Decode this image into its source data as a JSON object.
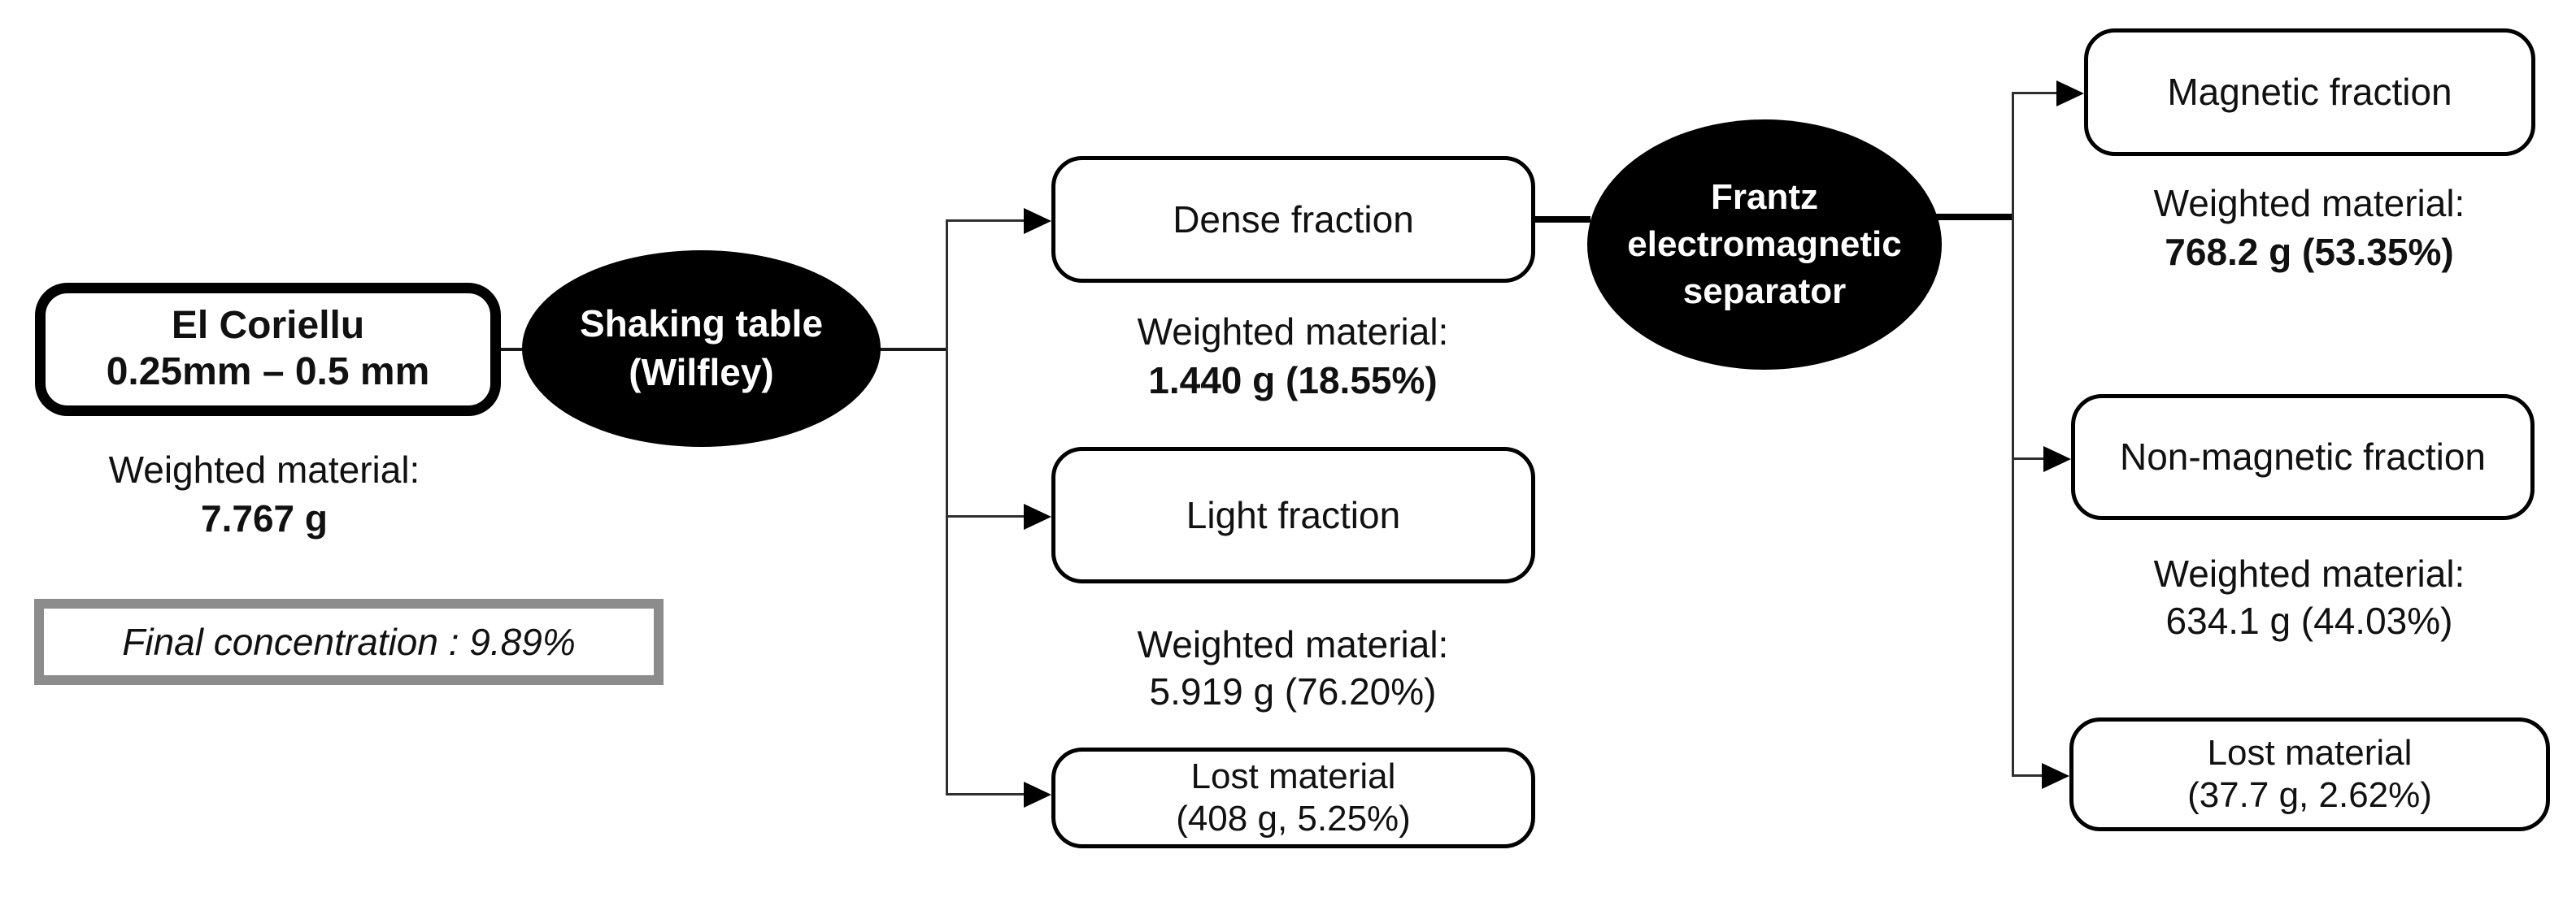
{
  "diagram": {
    "source_box": {
      "line1": "El Coriellu",
      "line2": "0.25mm – 0.5 mm"
    },
    "source_weight": {
      "label": "Weighted material:",
      "value": "7.767 g"
    },
    "final_note": {
      "text": "Final concentration : 9.89%"
    },
    "process_shaking": {
      "line1": "Shaking table",
      "line2": "(Wilfley)"
    },
    "process_frantz": {
      "line1": "Frantz",
      "line2": "electromagnetic",
      "line3": "separator"
    },
    "dense_fraction": {
      "label": "Dense fraction",
      "weight_label": "Weighted material:",
      "weight_value": "1.440 g (18.55%)"
    },
    "light_fraction": {
      "label": "Light fraction",
      "weight_label": "Weighted material:",
      "weight_value": "5.919 g (76.20%)"
    },
    "lost_material_1": {
      "line1": "Lost material",
      "line2": "(408 g, 5.25%)"
    },
    "magnetic_fraction": {
      "label": "Magnetic fraction",
      "weight_label": "Weighted material:",
      "weight_value": "768.2 g (53.35%)"
    },
    "nonmagnetic_fraction": {
      "label": "Non-magnetic fraction",
      "weight_label": "Weighted material:",
      "weight_value": "634.1 g (44.03%)"
    },
    "lost_material_2": {
      "line1": "Lost material",
      "line2": "(37.7 g, 2.62%)"
    }
  },
  "colors": {
    "process_node_fill": "#000000",
    "process_node_text": "#ffffff",
    "box_border": "#000000",
    "final_note_border": "#8c8c8c",
    "connector": "#2f2f2f",
    "background": "#ffffff"
  }
}
